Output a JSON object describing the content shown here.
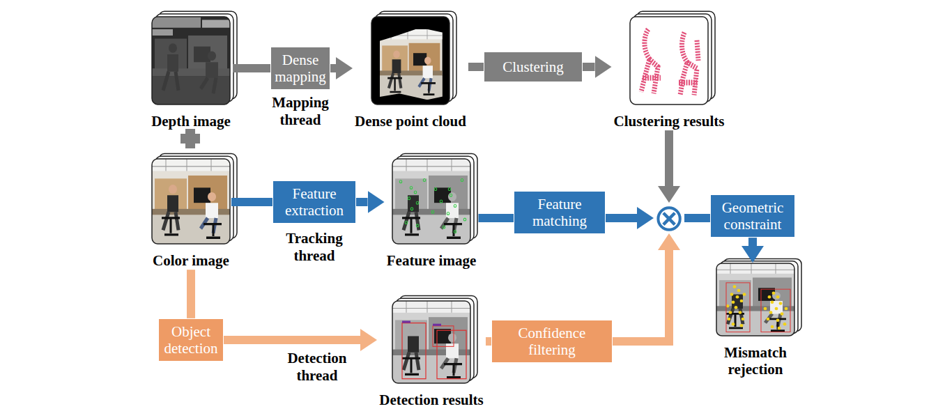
{
  "diagram": {
    "nodes": [
      {
        "text": [
          "Depth image"
        ]
      },
      {
        "text": [
          "Dense mapping"
        ]
      },
      {
        "text": [
          "Dense point cloud"
        ]
      },
      {
        "text": [
          "Clustering"
        ]
      },
      {
        "text": [
          "Clustering results"
        ]
      },
      {
        "text": [
          "Color image"
        ]
      },
      {
        "text": [
          "Feature extraction"
        ]
      },
      {
        "text": [
          "Feature image"
        ]
      },
      {
        "text": [
          "Feature matching"
        ]
      },
      {
        "text": [
          "⊗"
        ]
      },
      {
        "text": [
          "Geometric constraint"
        ]
      },
      {
        "text": [
          "Object detection"
        ]
      },
      {
        "text": [
          "Detection results"
        ]
      },
      {
        "text": [
          "Confidence filtering"
        ]
      },
      {
        "text": [
          "Mismatch rejection"
        ]
      }
    ],
    "edges": [
      {
        "from": 0,
        "to": 1,
        "arrow": "none"
      },
      {
        "from": 1,
        "to": 2,
        "arrow": "to"
      },
      {
        "from": 2,
        "to": 3,
        "arrow": "none"
      },
      {
        "from": 3,
        "to": 4,
        "arrow": "to"
      },
      {
        "from": 4,
        "to": 9,
        "arrow": "to"
      },
      {
        "from": 5,
        "to": 6,
        "arrow": "none"
      },
      {
        "from": 6,
        "to": 7,
        "arrow": "to"
      },
      {
        "from": 7,
        "to": 8,
        "arrow": "none"
      },
      {
        "from": 8,
        "to": 9,
        "arrow": "to"
      },
      {
        "from": 9,
        "to": 10,
        "arrow": "none"
      },
      {
        "from": 10,
        "to": 14,
        "arrow": "to"
      },
      {
        "from": 5,
        "to": 11,
        "arrow": "none"
      },
      {
        "from": 11,
        "to": 12,
        "arrow": "to"
      },
      {
        "from": 12,
        "to": 13,
        "arrow": "none"
      },
      {
        "from": 13,
        "to": 9,
        "arrow": "to"
      }
    ],
    "labels": [
      "Mapping thread",
      "Tracking thread",
      "Detection thread"
    ]
  }
}
